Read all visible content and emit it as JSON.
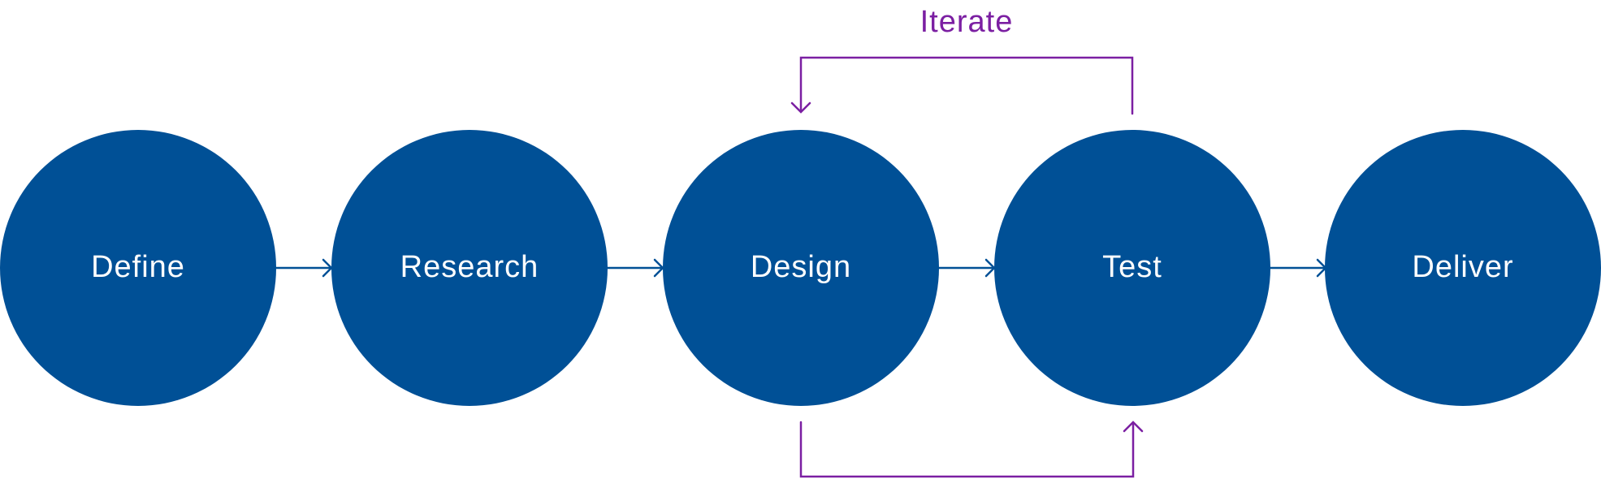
{
  "diagram": {
    "stages": [
      {
        "label": "Define"
      },
      {
        "label": "Research"
      },
      {
        "label": "Design"
      },
      {
        "label": "Test"
      },
      {
        "label": "Deliver"
      }
    ],
    "loop_label": "Iterate"
  },
  "colors": {
    "circle_fill": "#005096",
    "stage_text": "#ffffff",
    "flow_arrow": "#005096",
    "loop": "#7b1fa2",
    "background": "#ffffff"
  }
}
